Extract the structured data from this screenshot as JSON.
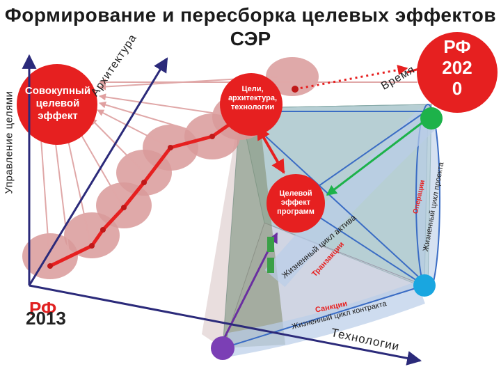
{
  "title": {
    "line1": "Формирование и пересборка целевых эффектов",
    "line2": "СЭР"
  },
  "rf2020_label": "РФ\n202\n0",
  "rf2013": {
    "rf": "РФ",
    "year": "2013"
  },
  "axes": {
    "y_label": "Управление целями",
    "architecture": "Архитектура",
    "time": "Время",
    "technologies": "Технологии"
  },
  "nodes": {
    "cumulative_effect": "Совокупный целевой эффект",
    "goals_architecture": "Цели, архитектура, технологии",
    "program_target_effect": "Целевой эффект программ"
  },
  "lifecycle_labels": {
    "active_lifecycle": "Жизненный цикл актива",
    "transactions": "Транзакции",
    "operations": "Операции",
    "project_lifecycle": "Жизненный цикл проекта",
    "sanctions": "Санкции",
    "contract_lifecycle": "Жизненный цикл контракта"
  },
  "colors": {
    "red": "#e62020",
    "pink_node": "#d99a9a",
    "green_node": "#1db24a",
    "cyan_node": "#19a6e0",
    "purple_node": "#7b3fb5",
    "navy_axis": "#2b2a7a",
    "blue_line": "#3a6cc4"
  }
}
